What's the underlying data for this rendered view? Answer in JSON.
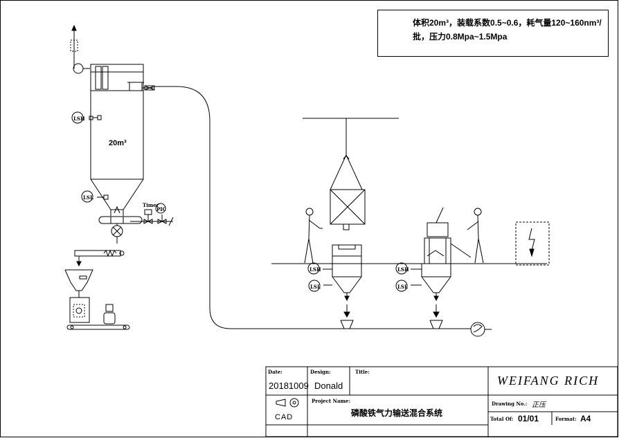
{
  "spec_note": {
    "line1": "体积20m³，装载系数0.5~0.6，耗气量120~160nm³/",
    "line2": "批，压力0.8Mpa~1.5Mpa"
  },
  "equipment_labels": {
    "tank_volume": "20m³",
    "level_high_silo": "LSH",
    "level_low_silo": "LSL",
    "timer": "Timer",
    "pic": "PIC",
    "level_high_left": "LSH",
    "level_low_left": "LSL",
    "level_high_right": "LSH",
    "level_low_right": "LSL"
  },
  "title_block": {
    "date_label": "Date:",
    "date_value": "20181009",
    "design_label": "Design:",
    "design_value": "Donald",
    "title_label": "Title:",
    "company": "WEIFANG RICH",
    "project_label": "Project Name:",
    "project_value": "磷酸铁气力输送混合系统",
    "drawing_no_label": "Drawing No.:",
    "drawing_no_value": "正压",
    "total_label": "Total Of:",
    "total_value": "01/01",
    "format_label": "Format:",
    "format_value": "A4",
    "cad_label": "CAD"
  }
}
